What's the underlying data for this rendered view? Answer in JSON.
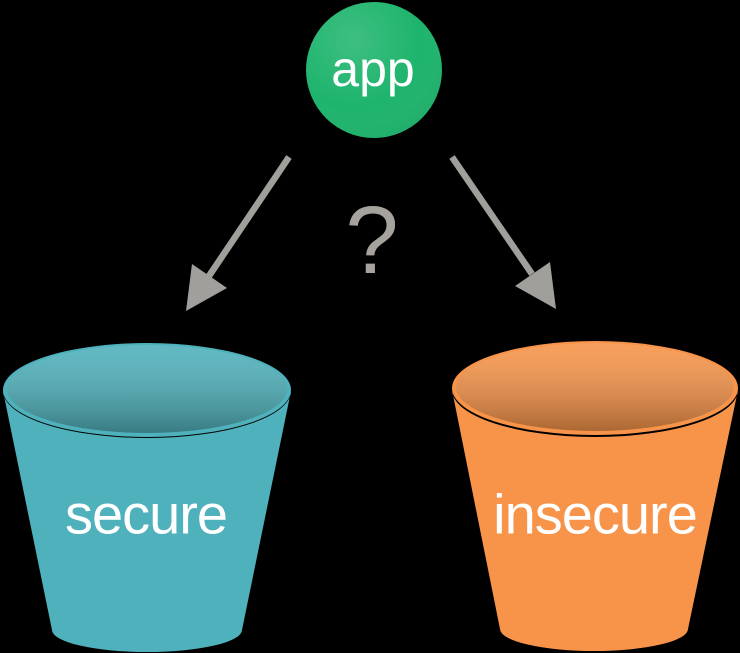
{
  "canvas": {
    "background": "#000000"
  },
  "app_node": {
    "label": "app",
    "fill": "#1eb46d",
    "label_color": "#ffffff"
  },
  "decision": {
    "question_mark": "?",
    "color": "#a6a29d"
  },
  "arrows": {
    "color": "#a19f9c"
  },
  "buckets": {
    "secure": {
      "label": "secure",
      "fill": "#4fb1bb",
      "label_color": "#ffffff"
    },
    "insecure": {
      "label": "insecure",
      "fill": "#f79449",
      "label_color": "#ffffff"
    }
  }
}
